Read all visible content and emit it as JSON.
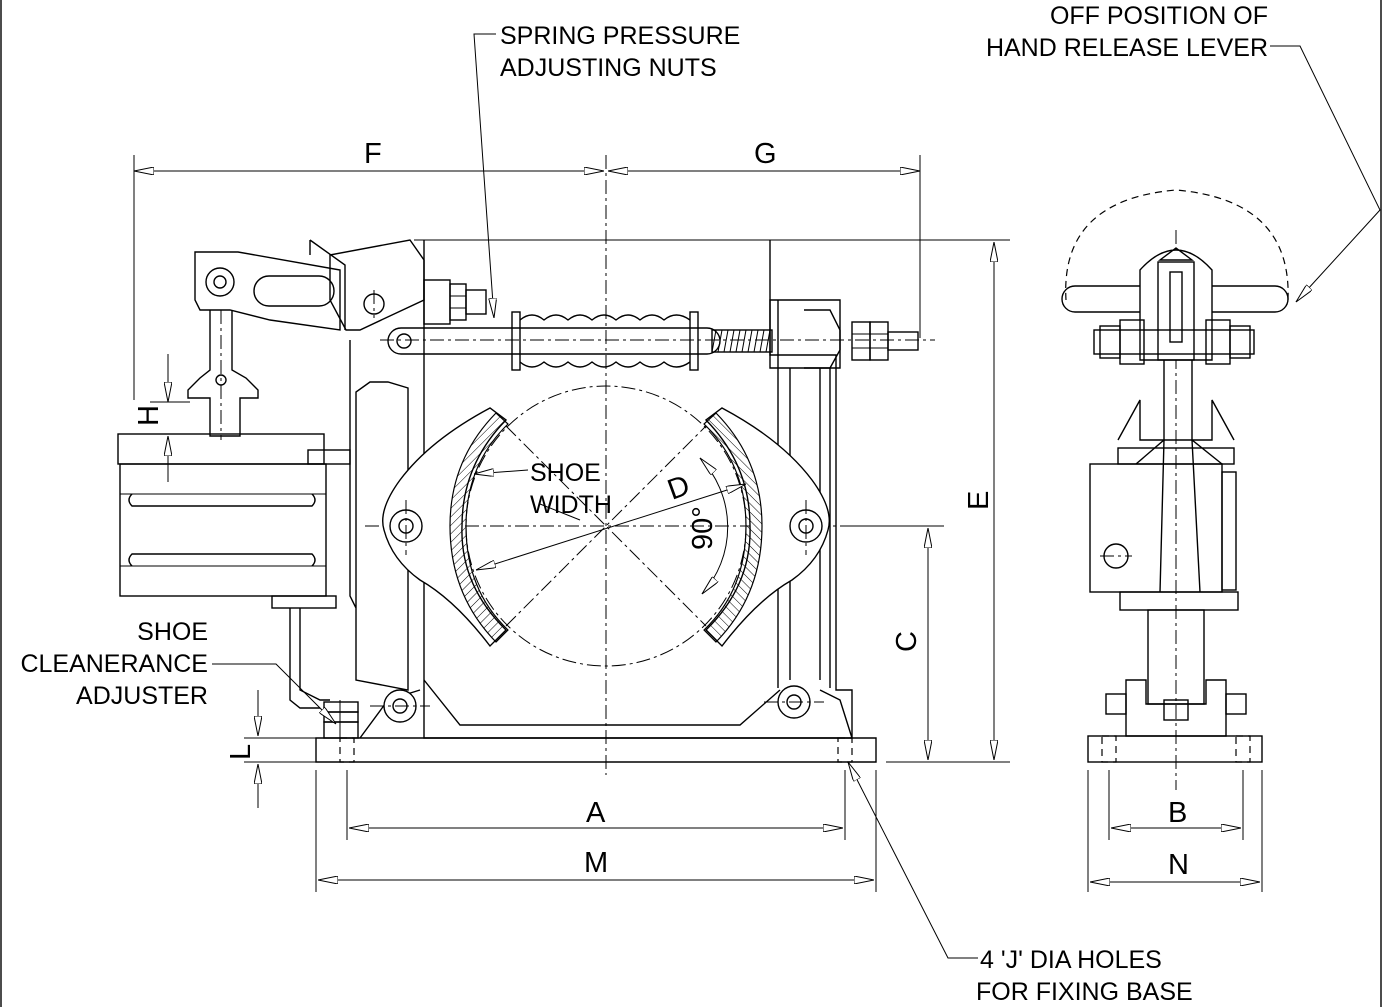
{
  "callouts": {
    "spring_line1": "SPRING PRESSURE",
    "spring_line2": "ADJUSTING NUTS",
    "off_line1": "OFF POSITION OF",
    "off_line2": "HAND RELEASE LEVER",
    "shoe_clear_line1": "SHOE",
    "shoe_clear_line2": "CLEANERANCE",
    "shoe_clear_line3": "ADJUSTER",
    "shoe_width_line1": "SHOE",
    "shoe_width_line2": "WIDTH",
    "holes_line1": "4 'J' DIA HOLES",
    "holes_line2": "FOR FIXING BASE"
  },
  "dimensions": {
    "A": "A",
    "B": "B",
    "C": "C",
    "D": "D",
    "E": "E",
    "F": "F",
    "G": "G",
    "H": "H",
    "L": "L",
    "M": "M",
    "N": "N",
    "angle": "90°"
  }
}
